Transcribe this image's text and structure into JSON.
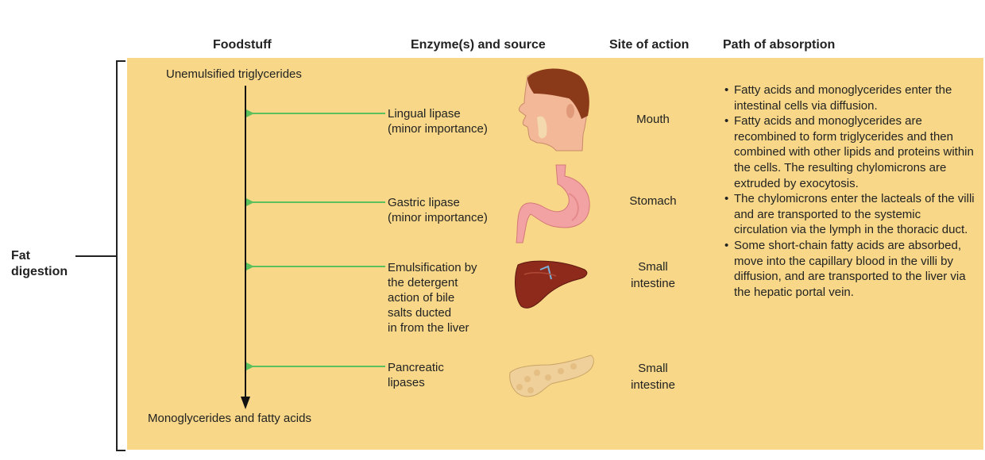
{
  "headers": {
    "foodstuff": "Foodstuff",
    "enzyme": "Enzyme(s) and source",
    "site": "Site of action",
    "path": "Path of absorption"
  },
  "side_label": {
    "line1": "Fat",
    "line2": "digestion"
  },
  "foodstuff": {
    "start": "Unemulsified triglycerides",
    "end": "Monoglycerides and fatty acids"
  },
  "rows": [
    {
      "enzyme": "Lingual lipase\n(minor importance)",
      "site": "Mouth",
      "icon": "head-icon"
    },
    {
      "enzyme": "Gastric lipase\n(minor importance)",
      "site": "Stomach",
      "icon": "stomach-icon"
    },
    {
      "enzyme": "Emulsification by\nthe detergent\naction of bile\nsalts ducted\nin from the liver",
      "site": "Small\nintestine",
      "icon": "liver-icon"
    },
    {
      "enzyme": "Pancreatic\nlipases",
      "site": "Small\nintestine",
      "icon": "pancreas-icon"
    }
  ],
  "absorption": [
    "Fatty acids and monoglycerides enter the intestinal cells via diffusion.",
    "Fatty acids and monoglycerides are recombined to form triglycerides and then combined with other lipids and proteins within the cells. The resulting chylomicrons are extruded by exocytosis.",
    "The chylomicrons enter the lacteals of the villi and are transported to the systemic circulation via the lymph in the thoracic duct.",
    "Some short-chain fatty acids are absorbed, move into the capillary blood in the villi by diffusion, and are transported to the liver via the hepatic portal vein."
  ],
  "colors": {
    "panel": "#f8d888",
    "arrow": "#5cc05c"
  }
}
